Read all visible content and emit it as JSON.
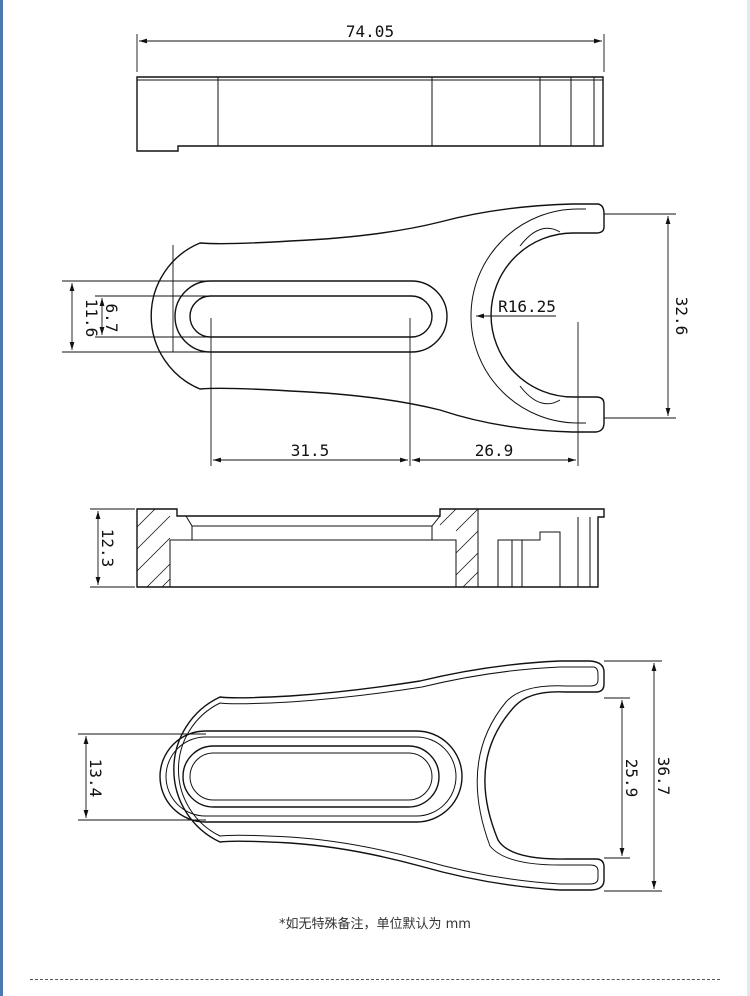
{
  "dimensions": {
    "overall_length": "74.05",
    "slot_outer_width": "11.6",
    "slot_inner_width": "6.7",
    "fork_radius": "R16.25",
    "fork_height": "32.6",
    "slot_length": "31.5",
    "fork_offset": "26.9",
    "thickness": "12.3",
    "pocket_width": "13.4",
    "fork_inner_opening": "25.9",
    "overall_width": "36.7"
  },
  "note": "*如无特殊备注，单位默认为 mm",
  "colors": {
    "frame": "#4a7bb0",
    "line": "#111111"
  }
}
